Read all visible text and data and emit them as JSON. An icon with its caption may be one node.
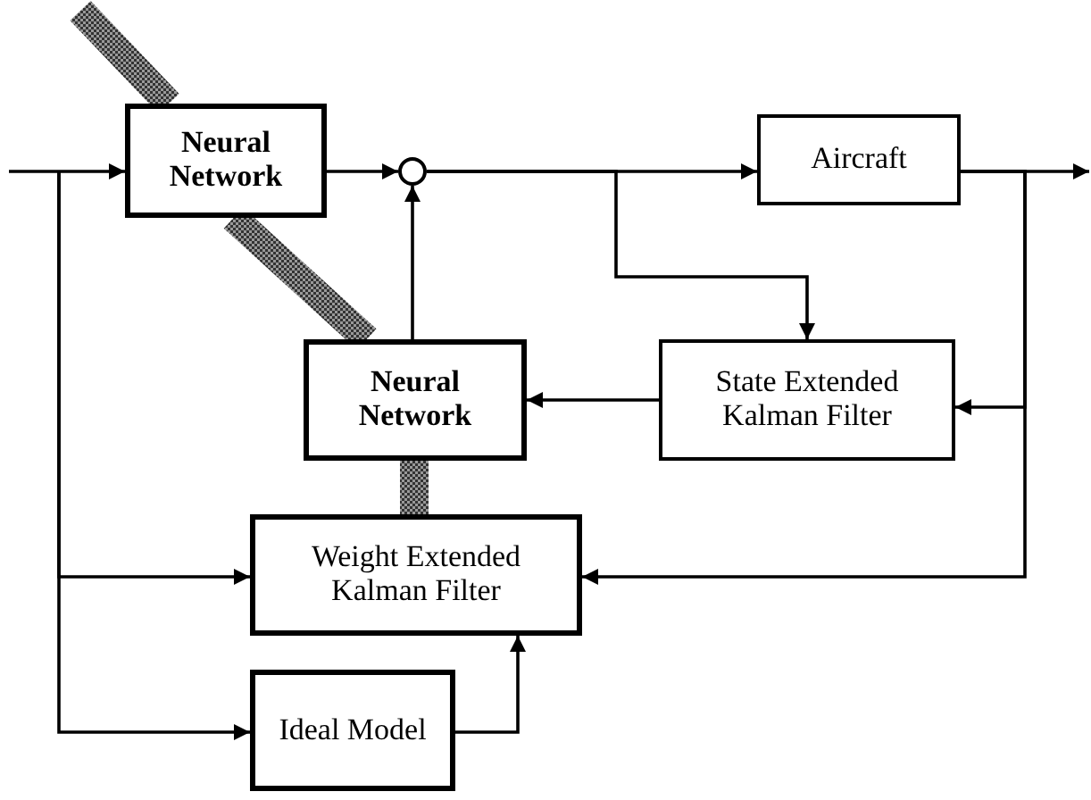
{
  "diagram": {
    "nodes": [
      {
        "text": [
          "Neural Network"
        ]
      },
      {
        "text": [],
        "shape": "circle"
      },
      {
        "text": [
          "Aircraft"
        ]
      },
      {
        "text": [
          "State Extended Kalman Filter"
        ]
      },
      {
        "text": [
          "Neural Network"
        ]
      },
      {
        "text": [
          "Weight Extended Kalman Filter"
        ]
      },
      {
        "text": [
          "Ideal Model"
        ]
      }
    ],
    "edges": [
      {
        "from": null,
        "to": 0,
        "arrow": "to"
      },
      {
        "from": null,
        "to": 5,
        "arrow": "to"
      },
      {
        "from": null,
        "to": 6,
        "arrow": "to"
      },
      {
        "from": 0,
        "to": 1,
        "arrow": "to"
      },
      {
        "from": 1,
        "to": 2,
        "arrow": "to"
      },
      {
        "from": 1,
        "to": 3,
        "arrow": "to"
      },
      {
        "from": 2,
        "to": null,
        "arrow": "to"
      },
      {
        "from": 2,
        "to": 3,
        "arrow": "to"
      },
      {
        "from": 2,
        "to": 5,
        "arrow": "to"
      },
      {
        "from": 3,
        "to": 4,
        "arrow": "to"
      },
      {
        "from": 4,
        "to": 1,
        "arrow": "to"
      },
      {
        "from": 6,
        "to": 5,
        "arrow": "to"
      },
      {
        "from": 5,
        "to": 4,
        "arrow": "none",
        "style": "thick"
      },
      {
        "from": 4,
        "to": 0,
        "arrow": "none",
        "style": "thick"
      },
      {
        "from": 0,
        "to": null,
        "arrow": "none",
        "style": "thick"
      }
    ]
  }
}
